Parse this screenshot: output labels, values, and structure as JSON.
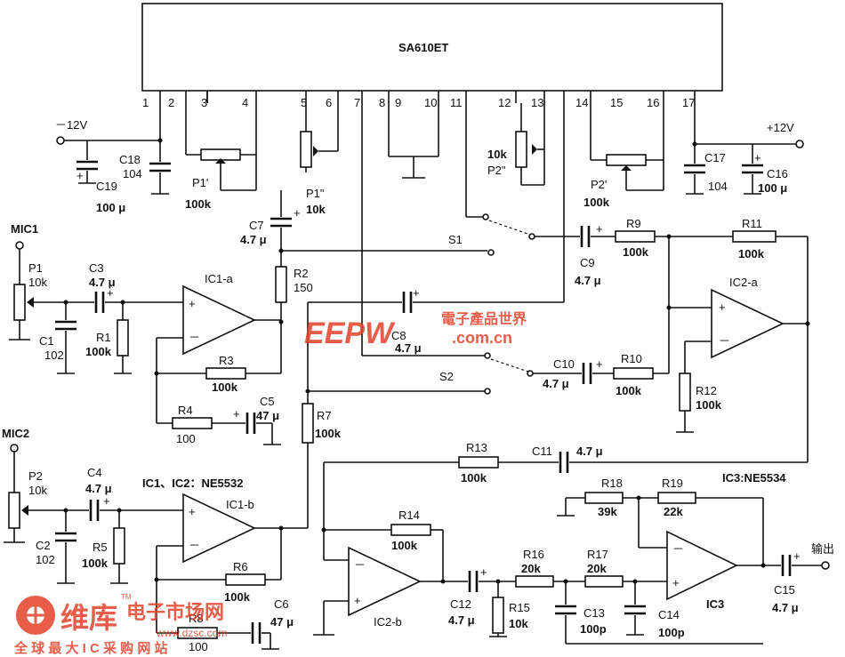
{
  "ic": {
    "name": "SA610ET",
    "pins": [
      "1",
      "2",
      "3",
      "4",
      "5",
      "6",
      "7",
      "8",
      "9",
      "10",
      "11",
      "12",
      "13",
      "14",
      "15",
      "16",
      "17"
    ]
  },
  "power": {
    "neg": "－12V",
    "pos": "+12V"
  },
  "labels": {
    "c18": "C18",
    "c18v": "104",
    "c19": "C19",
    "c19v": "100 μ",
    "p1p": "P1'",
    "p1pv": "100k",
    "p1pp": "P1\"",
    "p1ppv": "10k",
    "p2pp_v": "10k",
    "p2pp": "P2\"",
    "p2p": "P2'",
    "p2pv": "100k",
    "c17": "C17",
    "c17v": "104",
    "c16": "C16",
    "c16v": "100 μ",
    "mic1": "MIC1",
    "p1": "P1",
    "p1v": "10k",
    "c1": "C1",
    "c1v": "102",
    "c3": "C3",
    "c3v": "4.7 μ",
    "r1": "R1",
    "r1v": "100k",
    "ic1a": "IC1-a",
    "c7": "C7",
    "c7v": "4.7 μ",
    "r2": "R2",
    "r2v": "150",
    "r3": "R3",
    "r3v": "100k",
    "r4": "R4",
    "r4v": "100",
    "c5": "C5",
    "c5v": "47 μ",
    "s1": "S1",
    "s2": "S2",
    "c9": "C9",
    "c9v": "4.7 μ",
    "r9": "R9",
    "r9v": "100k",
    "r11": "R11",
    "r11v": "100k",
    "ic2a": "IC2-a",
    "c8": "C8",
    "c8v": "4.7 μ",
    "c10": "C10",
    "c10v": "4.7 μ",
    "r10": "R10",
    "r10v": "100k",
    "r12": "R12",
    "r12v": "100k",
    "r7": "R7",
    "r7v": "100k",
    "mic2": "MIC2",
    "p2": "P2",
    "p2v": "10k",
    "c2": "C2",
    "c2v": "102",
    "c4": "C4",
    "c4v": "4.7 μ",
    "r5": "R5",
    "r5v": "100k",
    "icnote": "IC1、IC2：NE5532",
    "ic1b": "IC1-b",
    "r6": "R6",
    "r6v": "100k",
    "r8": "R8",
    "r8v": "100",
    "c6": "C6",
    "c6v": "47 μ",
    "r13": "R13",
    "r13v": "100k",
    "c11": "C11",
    "c11v": "4.7 μ",
    "ic3note": "IC3:NE5534",
    "r18": "R18",
    "r18v": "39k",
    "r19": "R19",
    "r19v": "22k",
    "r14": "R14",
    "r14v": "100k",
    "ic2b": "IC2-b",
    "c12": "C12",
    "c12v": "4.7 μ",
    "r15": "R15",
    "r15v": "10k",
    "r16": "R16",
    "r16v": "20k",
    "r17": "R17",
    "r17v": "20k",
    "c13": "C13",
    "c13v": "100p",
    "c14": "C14",
    "c14v": "100p",
    "ic3": "IC3",
    "c15": "C15",
    "c15v": "4.7 μ",
    "out": "输出",
    "plus": "+",
    "minus": "－"
  },
  "watermarks": {
    "eepw": "EEPW",
    "eepw_cn": "電子產品世界",
    "eepw_url": ".com.cn",
    "wk_cn": "维库",
    "wk_sub": "电子市场网",
    "wk_url": "www.dzsc.com",
    "wk_slogan": "全 球 最 大 I C 采 购 网 站",
    "tm": "TM"
  },
  "colors": {
    "ink": "#111111",
    "watermark": "#e2422b"
  }
}
